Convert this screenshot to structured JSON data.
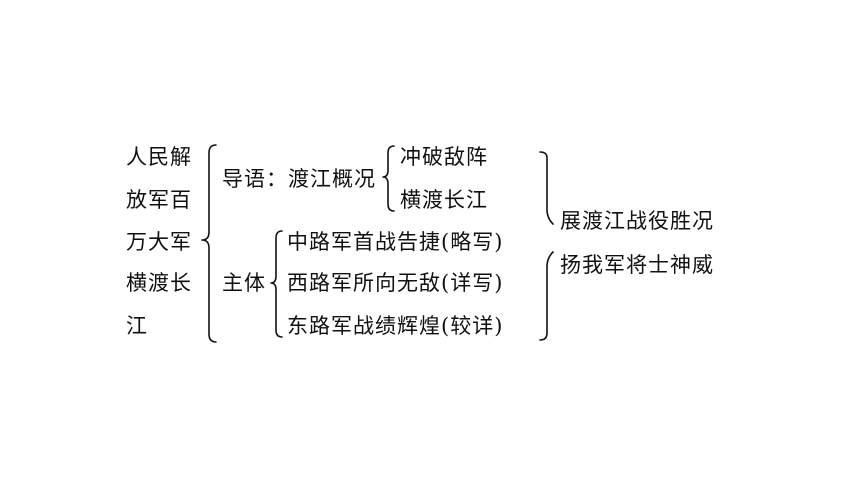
{
  "title_block": {
    "lines": [
      "人民解",
      "放军百",
      "万大军",
      "横渡长",
      "江"
    ]
  },
  "intro": {
    "label": "导语：渡江概况",
    "items": [
      "冲破敌阵",
      "横渡长江"
    ]
  },
  "main": {
    "label": "主体",
    "items": [
      "中路军首战告捷(略写)",
      "西路军所向无敌(详写)",
      "东路军战绩辉煌(较详)"
    ]
  },
  "conclusion": {
    "lines": [
      "展渡江战役胜况",
      "扬我军将士神威"
    ]
  }
}
